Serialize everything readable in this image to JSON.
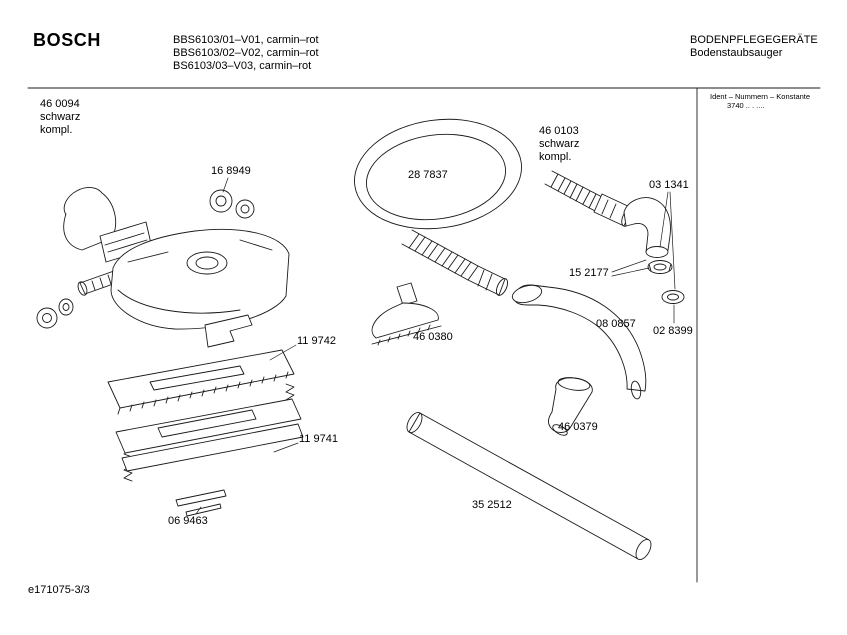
{
  "header": {
    "brand": "BOSCH",
    "models": [
      "BBS6103/01–V01, carmin–rot",
      "BBS6103/02–V02, carmin–rot",
      "BS6103/03–V03, carmin–rot"
    ],
    "division": "BODENPFLEGEGERÄTE",
    "product": "Bodenstaubsauger"
  },
  "ident_box": {
    "line1": "Ident – Nummern – Konstante",
    "line2": "3740   ..  .  ...."
  },
  "parts": [
    {
      "id": "46 0094",
      "text": "46 0094\nschwarz\nkompl."
    },
    {
      "id": "16 8949",
      "text": "16 8949"
    },
    {
      "id": "28 7837",
      "text": "28 7837"
    },
    {
      "id": "46 0103",
      "text": "46 0103\nschwarz\nkompl."
    },
    {
      "id": "03 1341",
      "text": "03 1341"
    },
    {
      "id": "15 2177",
      "text": "15 2177"
    },
    {
      "id": "08 0857",
      "text": "08 0857"
    },
    {
      "id": "02 8399",
      "text": "02 8399"
    },
    {
      "id": "46 0380",
      "text": "46 0380"
    },
    {
      "id": "11 9742",
      "text": "11 9742"
    },
    {
      "id": "11 9741",
      "text": "11 9741"
    },
    {
      "id": "06 9463",
      "text": "06 9463"
    },
    {
      "id": "46 0379",
      "text": "46 0379"
    },
    {
      "id": "35 2512",
      "text": "35 2512"
    }
  ],
  "footer": {
    "doc_ref": "e171075-3/3"
  },
  "colors": {
    "line": "#1a1a1a",
    "background": "#ffffff"
  }
}
